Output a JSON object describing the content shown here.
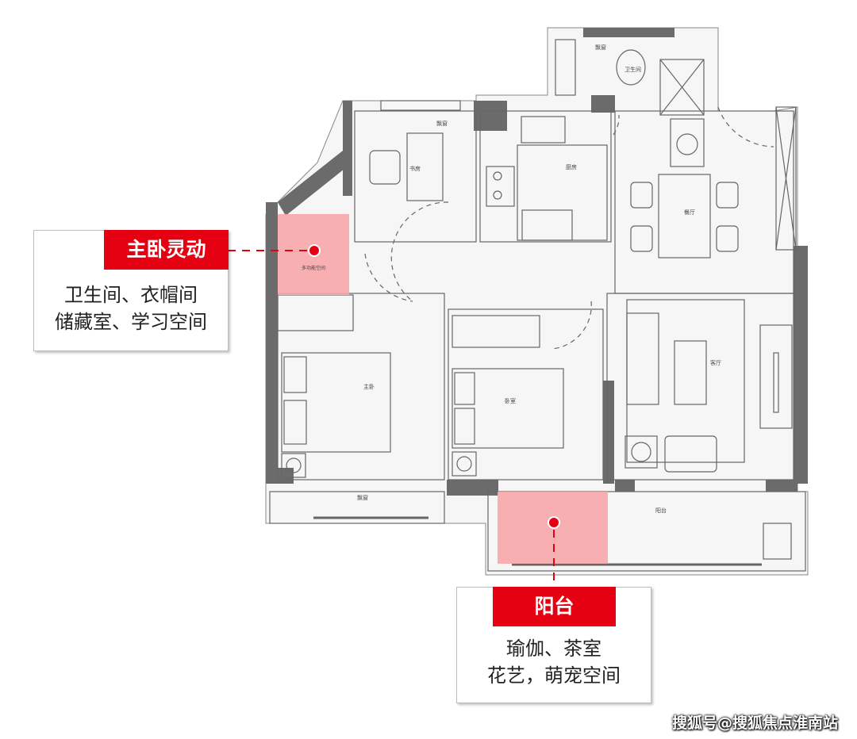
{
  "rooms": {
    "study_bay": "飘窗",
    "study": "书房",
    "kitchen": "厨房",
    "bath_window": "飘窗",
    "bathroom": "卫生间",
    "dining": "餐厅",
    "living": "客厅",
    "master": "主卧",
    "second": "卧室",
    "bottom_bay": "飘窗",
    "balcony": "阳台",
    "multi": "多功能空间"
  },
  "callouts": [
    {
      "tag": "主卧灵动",
      "lines": [
        "卫生间、衣帽间",
        "储藏室、学习空间"
      ]
    },
    {
      "tag": "阳台",
      "lines": [
        "瑜伽、茶室",
        "花艺，萌宠空间"
      ]
    }
  ],
  "colors": {
    "accent": "#e50012",
    "highlight": "#f7a7ab",
    "wall": "#6b6b6b"
  },
  "watermark": "搜狐号@搜狐焦点淮南站"
}
